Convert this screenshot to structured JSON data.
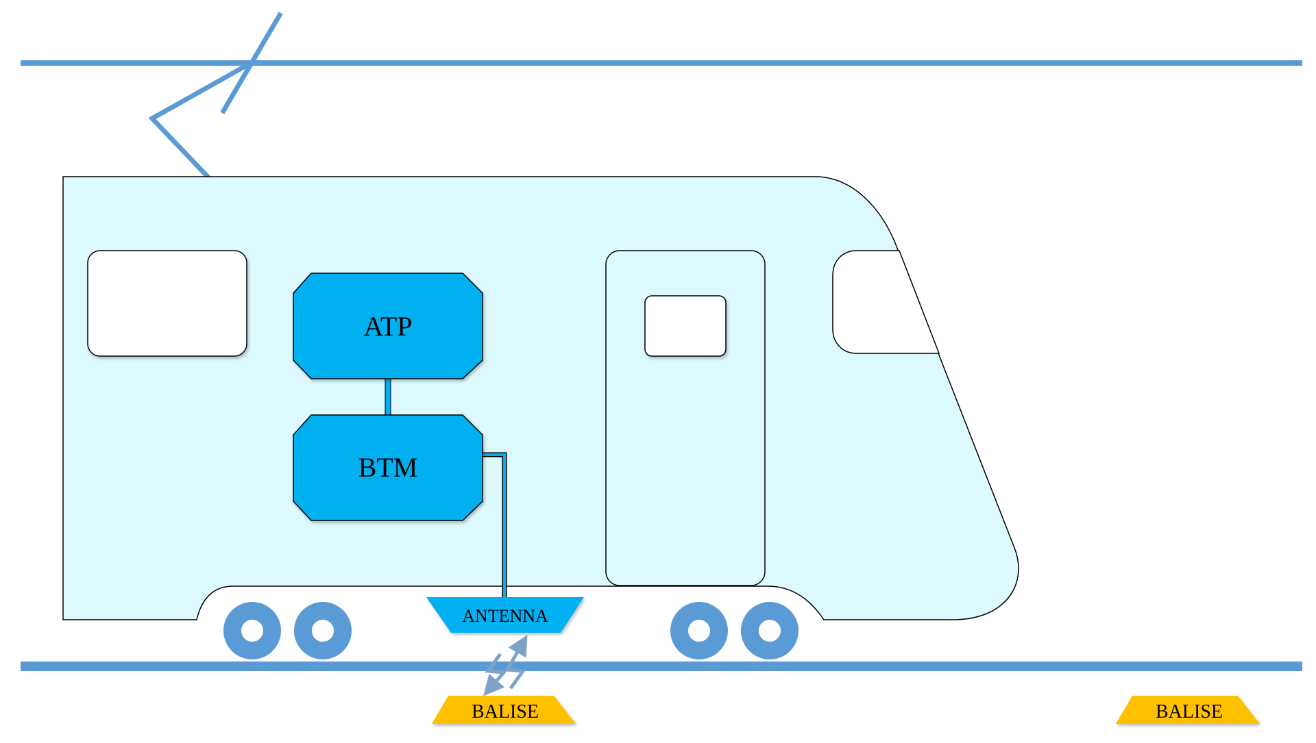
{
  "diagram": {
    "blocks": {
      "atp": {
        "label": "ATP"
      },
      "btm": {
        "label": "BTM"
      }
    },
    "antenna": {
      "label": "ANTENNA"
    },
    "balises": [
      {
        "label": "BALISE"
      },
      {
        "label": "BALISE"
      }
    ]
  },
  "colors": {
    "wire": "#5b9bd5",
    "train_body": "#dcfafd",
    "block_fill": "#00b0f0",
    "balise_fill": "#ffc000",
    "outline": "#000000"
  }
}
